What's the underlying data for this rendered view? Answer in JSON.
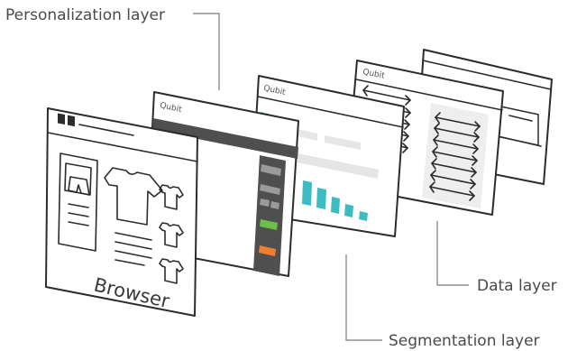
{
  "labels": {
    "personalization": "Personalization layer",
    "segmentation": "Segmentation layer",
    "data": "Data layer",
    "browser": "Browser"
  },
  "brand": {
    "panel_logo": "Qubit"
  },
  "colors": {
    "teal": "#3bbcc3",
    "dark_panel": "#4f4f4f",
    "green": "#6cc04a",
    "orange": "#f07d2e",
    "light_gray": "#e6e6e6",
    "line": "#2c2c2c"
  },
  "icons": {
    "shirt": "t-shirt-icon",
    "shorts": "shorts-icon",
    "arrow": "double-arrow-icon"
  }
}
